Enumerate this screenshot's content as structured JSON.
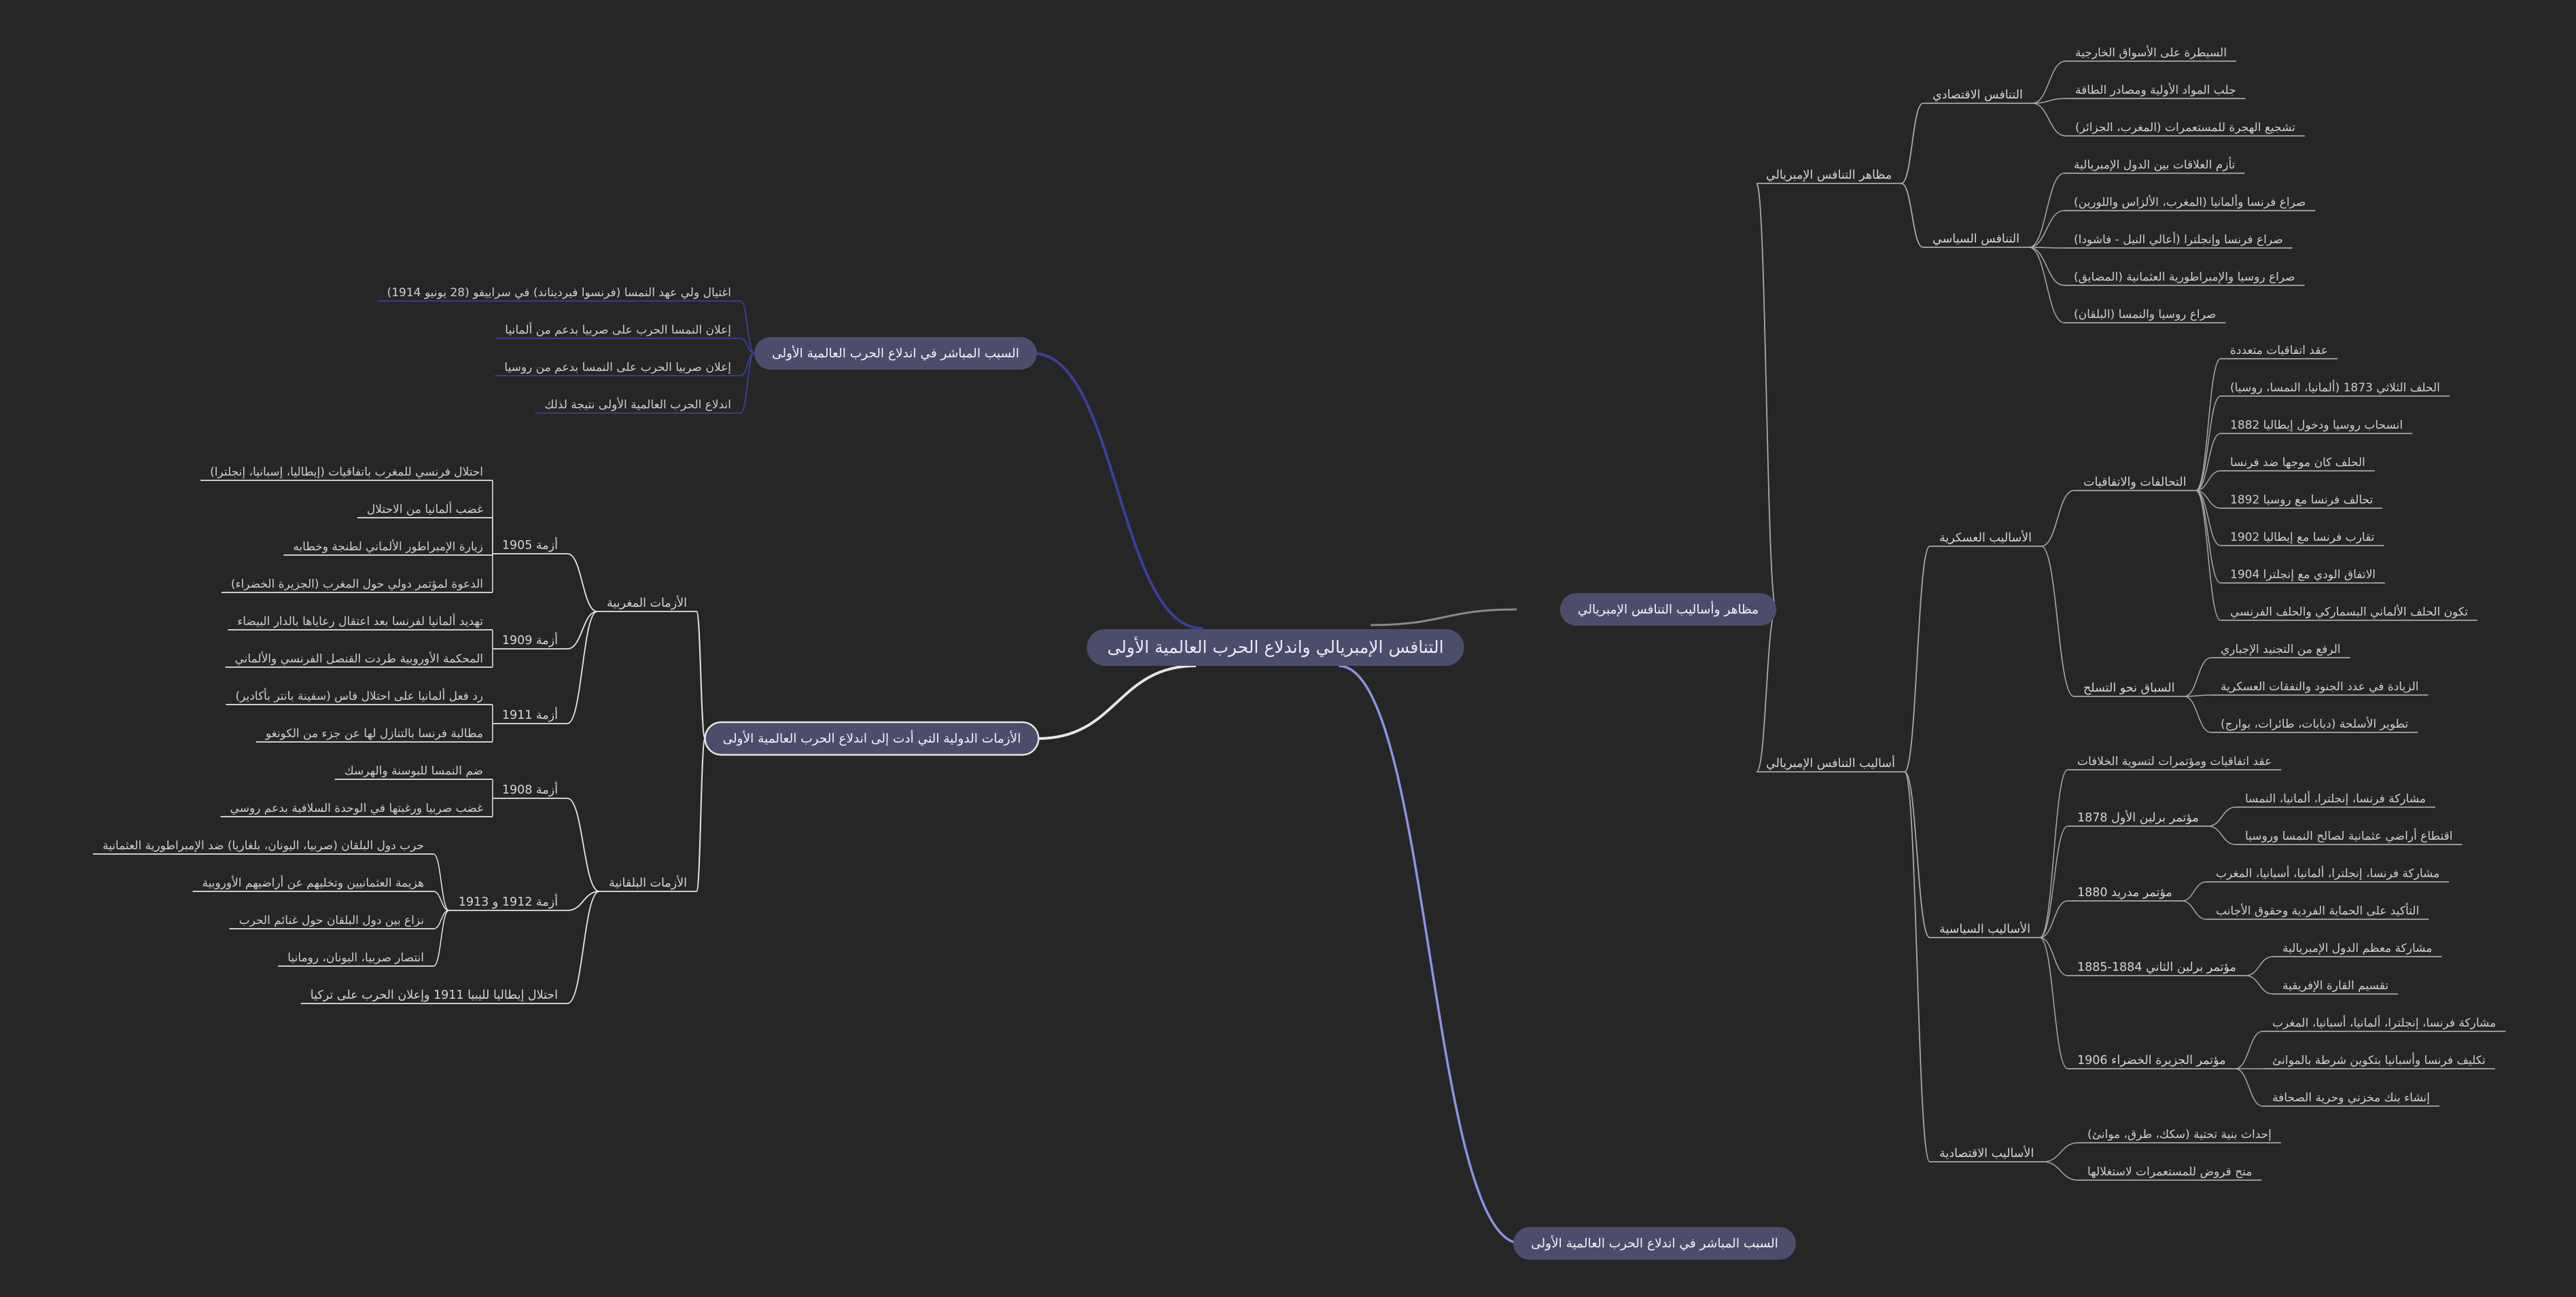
{
  "colors": {
    "background": "#262626",
    "root_pill": "#4c4d6b",
    "branch_pill": "#4c4d6b",
    "branch_dark_blue": "#3c3f9a",
    "branch_light_blue": "#8c93e4",
    "branch_gray": "#8a8a8a",
    "branch_white": "#e6e6e6",
    "leaf_line": "#a9a9a9",
    "text": "#d6d6d6"
  },
  "root": "التنافس الإمبريالي واندلاع الحرب العالمية الأولى",
  "branches": {
    "immediate_cause_top": {
      "label": "السبب المباشر في اندلاع الحرب العالمية الأولى",
      "items": [
        "اغتيال ولي عهد النمسا (فرنسوا فيرديناند) في سراييفو (28 يونيو 1914)",
        "إعلان النمسا الحرب على صربيا بدعم من ألمانيا",
        "إعلان صربيا الحرب على النمسا بدعم من روسيا",
        "اندلاع الحرب العالمية الأولى نتيجة لذلك"
      ]
    },
    "crises": {
      "label": "الأزمات الدولية التي أدت إلى اندلاع الحرب العالمية الأولى",
      "moroccan": {
        "label": "الأزمات المغربية",
        "c1905": {
          "label": "أزمة 1905",
          "items": [
            "احتلال فرنسي للمغرب باتفاقيات (إيطاليا، إسبانيا، إنجلترا)",
            "غضب ألمانيا من الاحتلال",
            "زيارة الإمبراطور الألماني لطنجة وخطابه",
            "الدعوة لمؤتمر دولي حول المغرب (الجزيرة الخضراء)"
          ]
        },
        "c1909": {
          "label": "أزمة 1909",
          "items": [
            "تهديد ألمانيا لفرنسا بعد اعتقال رعاياها بالدار البيضاء",
            "المحكمة الأوروبية طردت القنصل الفرنسي والألماني"
          ]
        },
        "c1911": {
          "label": "أزمة 1911",
          "items": [
            "رد فعل ألمانيا على احتلال فاس (سفينة بانتر بأكادير)",
            "مطالبة فرنسا بالتنازل لها عن جزء من الكونغو"
          ]
        }
      },
      "balkan": {
        "label": "الأزمات البلقانية",
        "c1908": {
          "label": "أزمة 1908",
          "items": [
            "ضم النمسا للبوسنة والهرسك",
            "غضب صربيا ورغبتها في الوحدة السلافية بدعم روسي"
          ]
        },
        "c1912": {
          "label": "أزمة 1912 و 1913",
          "items": [
            "حرب دول البلقان (صربيا، اليونان، بلغاريا) ضد الإمبراطورية العثمانية",
            "هزيمة العثمانيين وتخليهم عن أراضيهم الأوروبية",
            "نزاع بين دول البلقان حول غنائم الحرب",
            "انتصار صربيا، اليونان، رومانيا"
          ]
        },
        "italy": "احتلال إيطاليا لليبيا 1911 وإعلان الحرب على تركيا"
      }
    },
    "aspects": {
      "label": "مظاهر وأساليب التنافس الإمبريالي",
      "manifestations": {
        "label": "مظاهر التنافس الإمبريالي",
        "economic": {
          "label": "التنافس الاقتصادي",
          "items": [
            "السيطرة على الأسواق الخارجية",
            "جلب المواد الأولية ومصادر الطاقة",
            "تشجيع الهجرة للمستعمرات (المغرب، الجزائر)"
          ]
        },
        "political": {
          "label": "التنافس السياسي",
          "items": [
            "تأزم العلاقات بين الدول الإمبريالية",
            "صراع فرنسا وألمانيا (المغرب، الألزاس واللورين)",
            "صراع فرنسا وإنجلترا (أعالي النيل - فاشودا)",
            "صراع روسيا والإمبراطورية العثمانية (المضايق)",
            "صراع روسيا والنمسا (البلقان)"
          ]
        }
      },
      "methods": {
        "label": "أساليب التنافس الإمبريالي",
        "military": {
          "label": "الأساليب العسكرية",
          "alliances": {
            "label": "التحالفات والاتفاقيات",
            "items": [
              "عقد اتفاقيات متعددة",
              "الحلف الثلاثي 1873 (ألمانيا، النمسا، روسيا)",
              "انسحاب روسيا ودخول إيطاليا 1882",
              "الحلف كان موجها ضد فرنسا",
              "تحالف فرنسا مع روسيا 1892",
              "تقارب فرنسا مع إيطاليا 1902",
              "الاتفاق الودي مع إنجلترا 1904",
              "تكون الحلف الألماني البسماركي والحلف الفرنسي"
            ]
          },
          "arms": {
            "label": "السباق نحو التسلح",
            "items": [
              "الرفع من التجنيد الإجباري",
              "الزيادة في عدد الجنود والنفقات العسكرية",
              "تطوير الأسلحة (دبابات، طائرات، بوارج)"
            ]
          }
        },
        "political": {
          "label": "الأساليب السياسية",
          "agreements": "عقد اتفاقيات ومؤتمرات لتسوية الخلافات",
          "berlin1": {
            "label": "مؤتمر برلين الأول 1878",
            "items": [
              "مشاركة فرنسا، إنجلترا، ألمانيا، النمسا",
              "اقتطاع أراضي عثمانية لصالح النمسا وروسيا"
            ]
          },
          "madrid": {
            "label": "مؤتمر مدريد 1880",
            "items": [
              "مشاركة فرنسا، إنجلترا، ألمانيا، أسبانيا، المغرب",
              "التأكيد على الحماية الفردية وحقوق الأجانب"
            ]
          },
          "berlin2": {
            "label": "مؤتمر برلين الثاني 1884-1885",
            "items": [
              "مشاركة معظم الدول الإمبريالية",
              "تقسيم القارة الإفريقية"
            ]
          },
          "algeciras": {
            "label": "مؤتمر الجزيرة الخضراء 1906",
            "items": [
              "مشاركة فرنسا، إنجلترا، ألمانيا، أسبانيا، المغرب",
              "تكليف فرنسا وأسبانيا بتكوين شرطة بالموانئ",
              "إنشاء بنك مخزني وحرية الصحافة"
            ]
          }
        },
        "economic": {
          "label": "الأساليب الاقتصادية",
          "items": [
            "إحداث بنية تحتية (سكك، طرق، موانئ)",
            "منح قروض للمستعمرات لاستغلالها"
          ]
        }
      }
    },
    "immediate_cause_bottom": {
      "label": "السبب المباشر في اندلاع الحرب العالمية الأولى"
    }
  }
}
